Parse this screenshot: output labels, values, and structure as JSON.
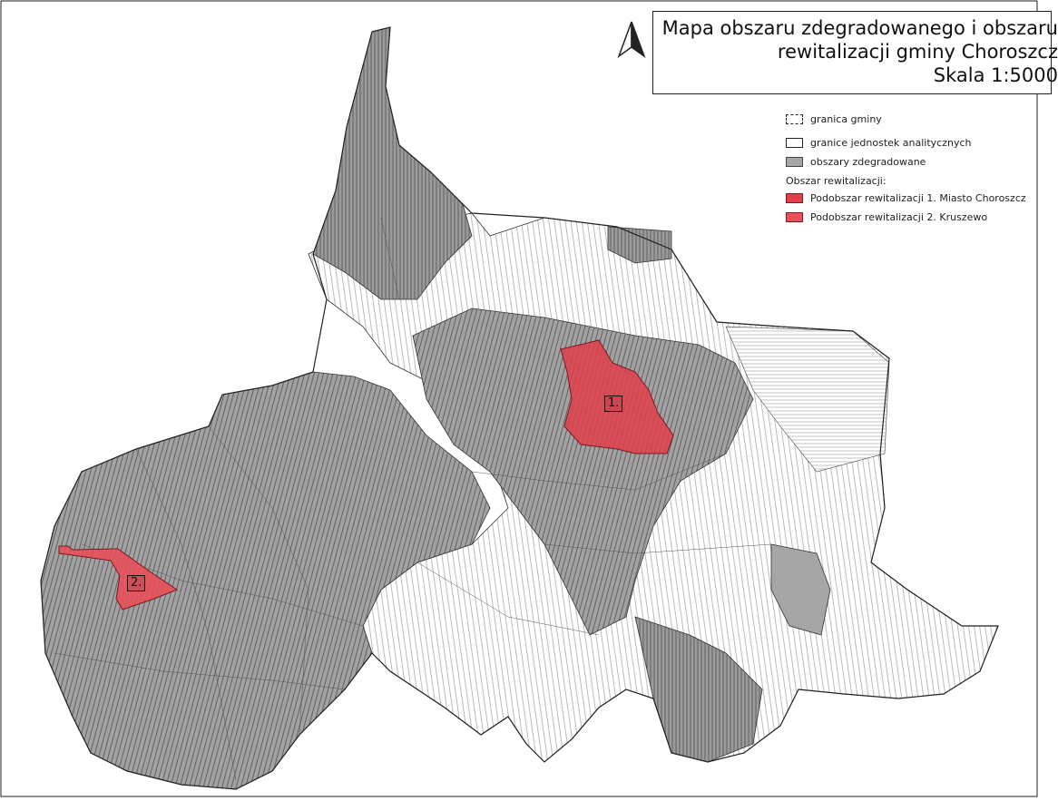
{
  "title": {
    "line1": "Mapa obszaru zdegradowanego i obszaru",
    "line2": "rewitalizacji gminy Choroszcz",
    "line3": "Skala 1:5000"
  },
  "legend": {
    "items": [
      {
        "label": "granica gminy",
        "style": "dashed"
      },
      {
        "label": "granice jednostek analitycznych",
        "style": "outline"
      },
      {
        "label": "obszary zdegradowane",
        "color": "#a6a6a6"
      }
    ],
    "section_heading": "Obszar rewitalizacji:",
    "rev_items": [
      {
        "label": "Podobszar rewitalizacji 1. Miasto Choroszcz",
        "color": "#e0404b"
      },
      {
        "label": "Podobszar rewitalizacji 2. Kruszewo",
        "color": "#e8505a"
      }
    ]
  },
  "area_labels": {
    "area1": "1.",
    "area2": "2."
  },
  "colors": {
    "degraded": "#a6a6a6",
    "hatch": "#4a4a4a",
    "boundary": "#333333",
    "revitalization": "#e0404b",
    "background": "#ffffff"
  },
  "icons": {
    "north_arrow": "north-arrow-icon"
  }
}
